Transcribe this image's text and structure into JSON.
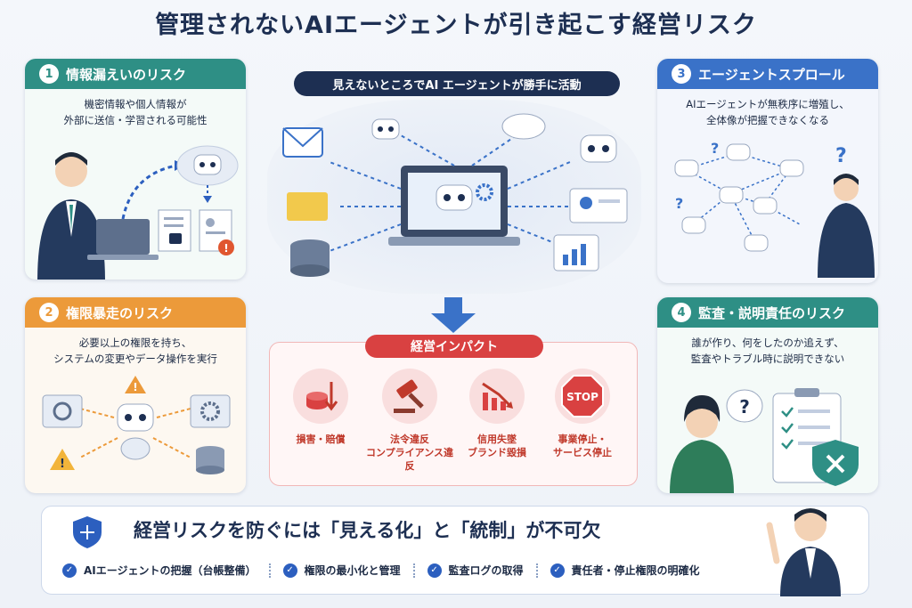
{
  "title": "管理されないAIエージェントが引き起こす経営リスク",
  "center": {
    "pill": "見えないところでAI エージェントが勝手に活動"
  },
  "card1": {
    "num": "1",
    "title": "情報漏えいのリスク",
    "desc1": "機密情報や個人情報が",
    "desc2": "外部に送信・学習される可能性"
  },
  "card2": {
    "num": "2",
    "title": "権限暴走のリスク",
    "desc1": "必要以上の権限を持ち、",
    "desc2": "システムの変更やデータ操作を実行"
  },
  "card3": {
    "num": "3",
    "title": "エージェントスプロール",
    "desc1": "AIエージェントが無秩序に増殖し、",
    "desc2": "全体像が把握できなくなる"
  },
  "card4": {
    "num": "4",
    "title": "監査・説明責任のリスク",
    "desc1": "誰が作り、何をしたのか追えず、",
    "desc2": "監査やトラブル時に説明できない"
  },
  "impact": {
    "title": "経営インパクト",
    "items": [
      {
        "label1": "損害・賠償",
        "label2": ""
      },
      {
        "label1": "法令違反",
        "label2": "コンプライアンス違反"
      },
      {
        "label1": "信用失墜",
        "label2": "ブランド毀損"
      },
      {
        "label1": "事業停止・",
        "label2": "サービス停止"
      }
    ],
    "stop_text": "STOP"
  },
  "bottom": {
    "title": "経営リスクを防ぐには「見える化」と「統制」が不可欠",
    "checks": [
      "AIエージェントの把握（台帳整備）",
      "権限の最小化と管理",
      "監査ログの取得",
      "責任者・停止権限の明確化"
    ]
  },
  "colors": {
    "navy": "#1d2f52",
    "teal": "#2e8f85",
    "orange": "#ec9a3a",
    "blue": "#3a72c8",
    "red": "#d94141"
  }
}
